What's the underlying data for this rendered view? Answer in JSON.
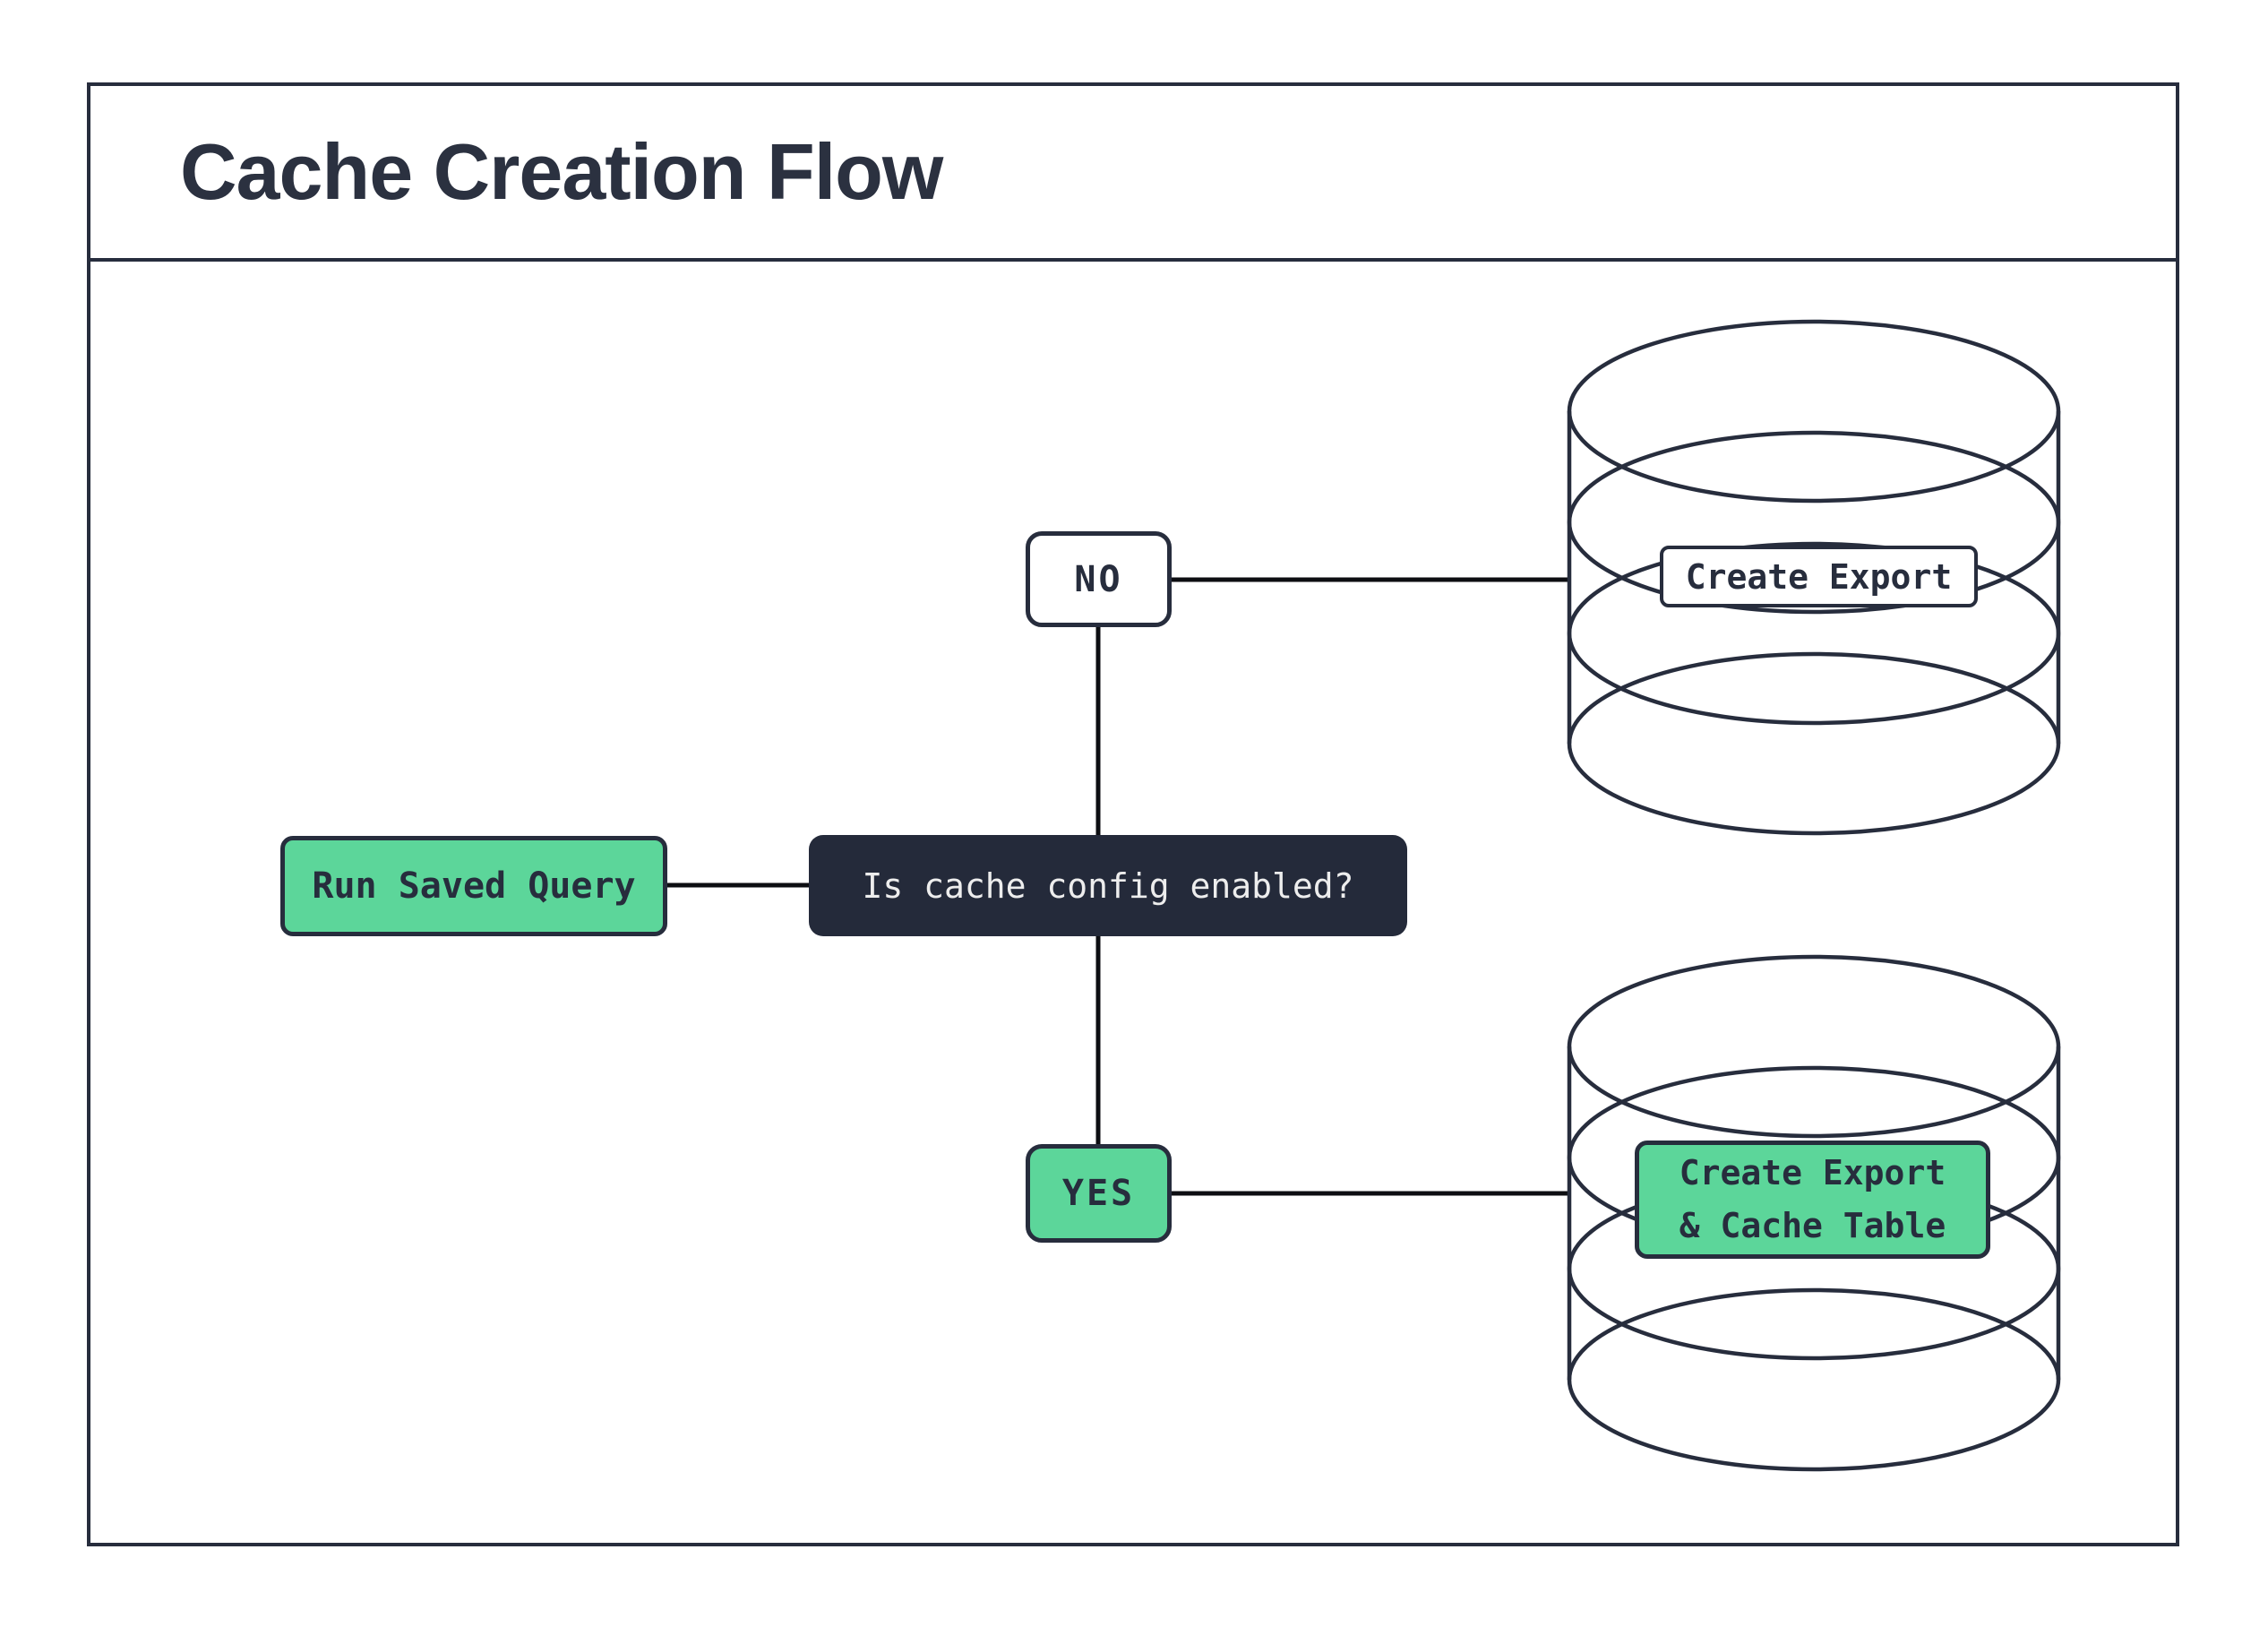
{
  "header": {
    "title": "Cache Creation Flow"
  },
  "flowchart": {
    "start_label": "Run Saved Query",
    "decision_label": "Is cache config enabled?",
    "branch_no_label": "NO",
    "branch_yes_label": "YES",
    "db_no_action_label": "Create Export",
    "db_yes_action_label": "Create Export\n& Cache Table"
  },
  "colors": {
    "accent_green": "#5cd69a",
    "dark_navy": "#272d3d",
    "decision_fill": "#242a3a",
    "decision_text": "#ededed",
    "connector_line": "#0d0e12",
    "background": "#ffffff"
  }
}
